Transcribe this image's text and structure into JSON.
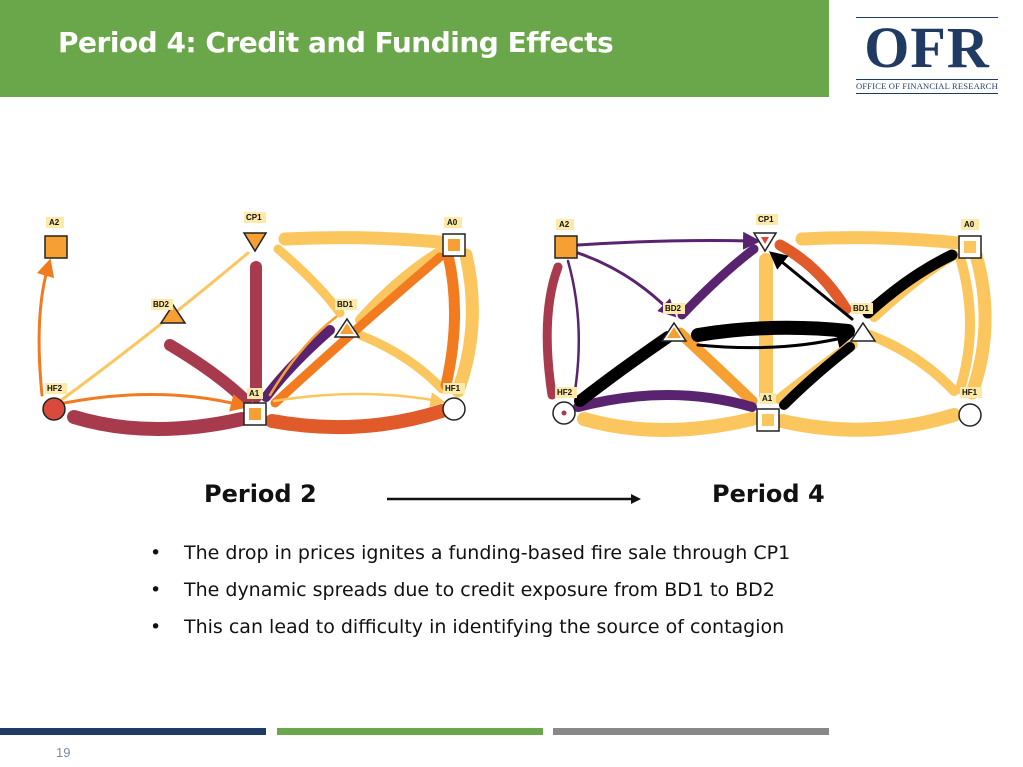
{
  "slide": {
    "title": "Period 4: Credit and Funding Effects",
    "page_number": "19"
  },
  "logo": {
    "text": "OFR",
    "subtitle": "OFFICE OF FINANCIAL RESEARCH"
  },
  "colors": {
    "header_green": "#6aa74a",
    "navy": "#1f3a63",
    "gray": "#888888",
    "edge_light": "#fcc65e",
    "edge_orange": "#f27b1f",
    "edge_redorange": "#e05a2a",
    "edge_maroon": "#a83a4e",
    "edge_purple": "#5a2370",
    "edge_black": "#000000",
    "node_orange": "#f6a034",
    "node_red": "#d94a3d"
  },
  "diagram": {
    "left_label": "Period 2",
    "right_label": "Period 4",
    "nodes": {
      "A2": "A2",
      "CP1": "CP1",
      "A0": "A0",
      "BD2": "BD2",
      "BD1": "BD1",
      "HF2": "HF2",
      "A1": "A1",
      "HF1": "HF1"
    }
  },
  "bullets": [
    "The drop in prices ignites a funding-based fire sale through CP1",
    "The dynamic spreads due to credit exposure from BD1 to BD2",
    "This can lead to difficulty in identifying the source of contagion"
  ]
}
